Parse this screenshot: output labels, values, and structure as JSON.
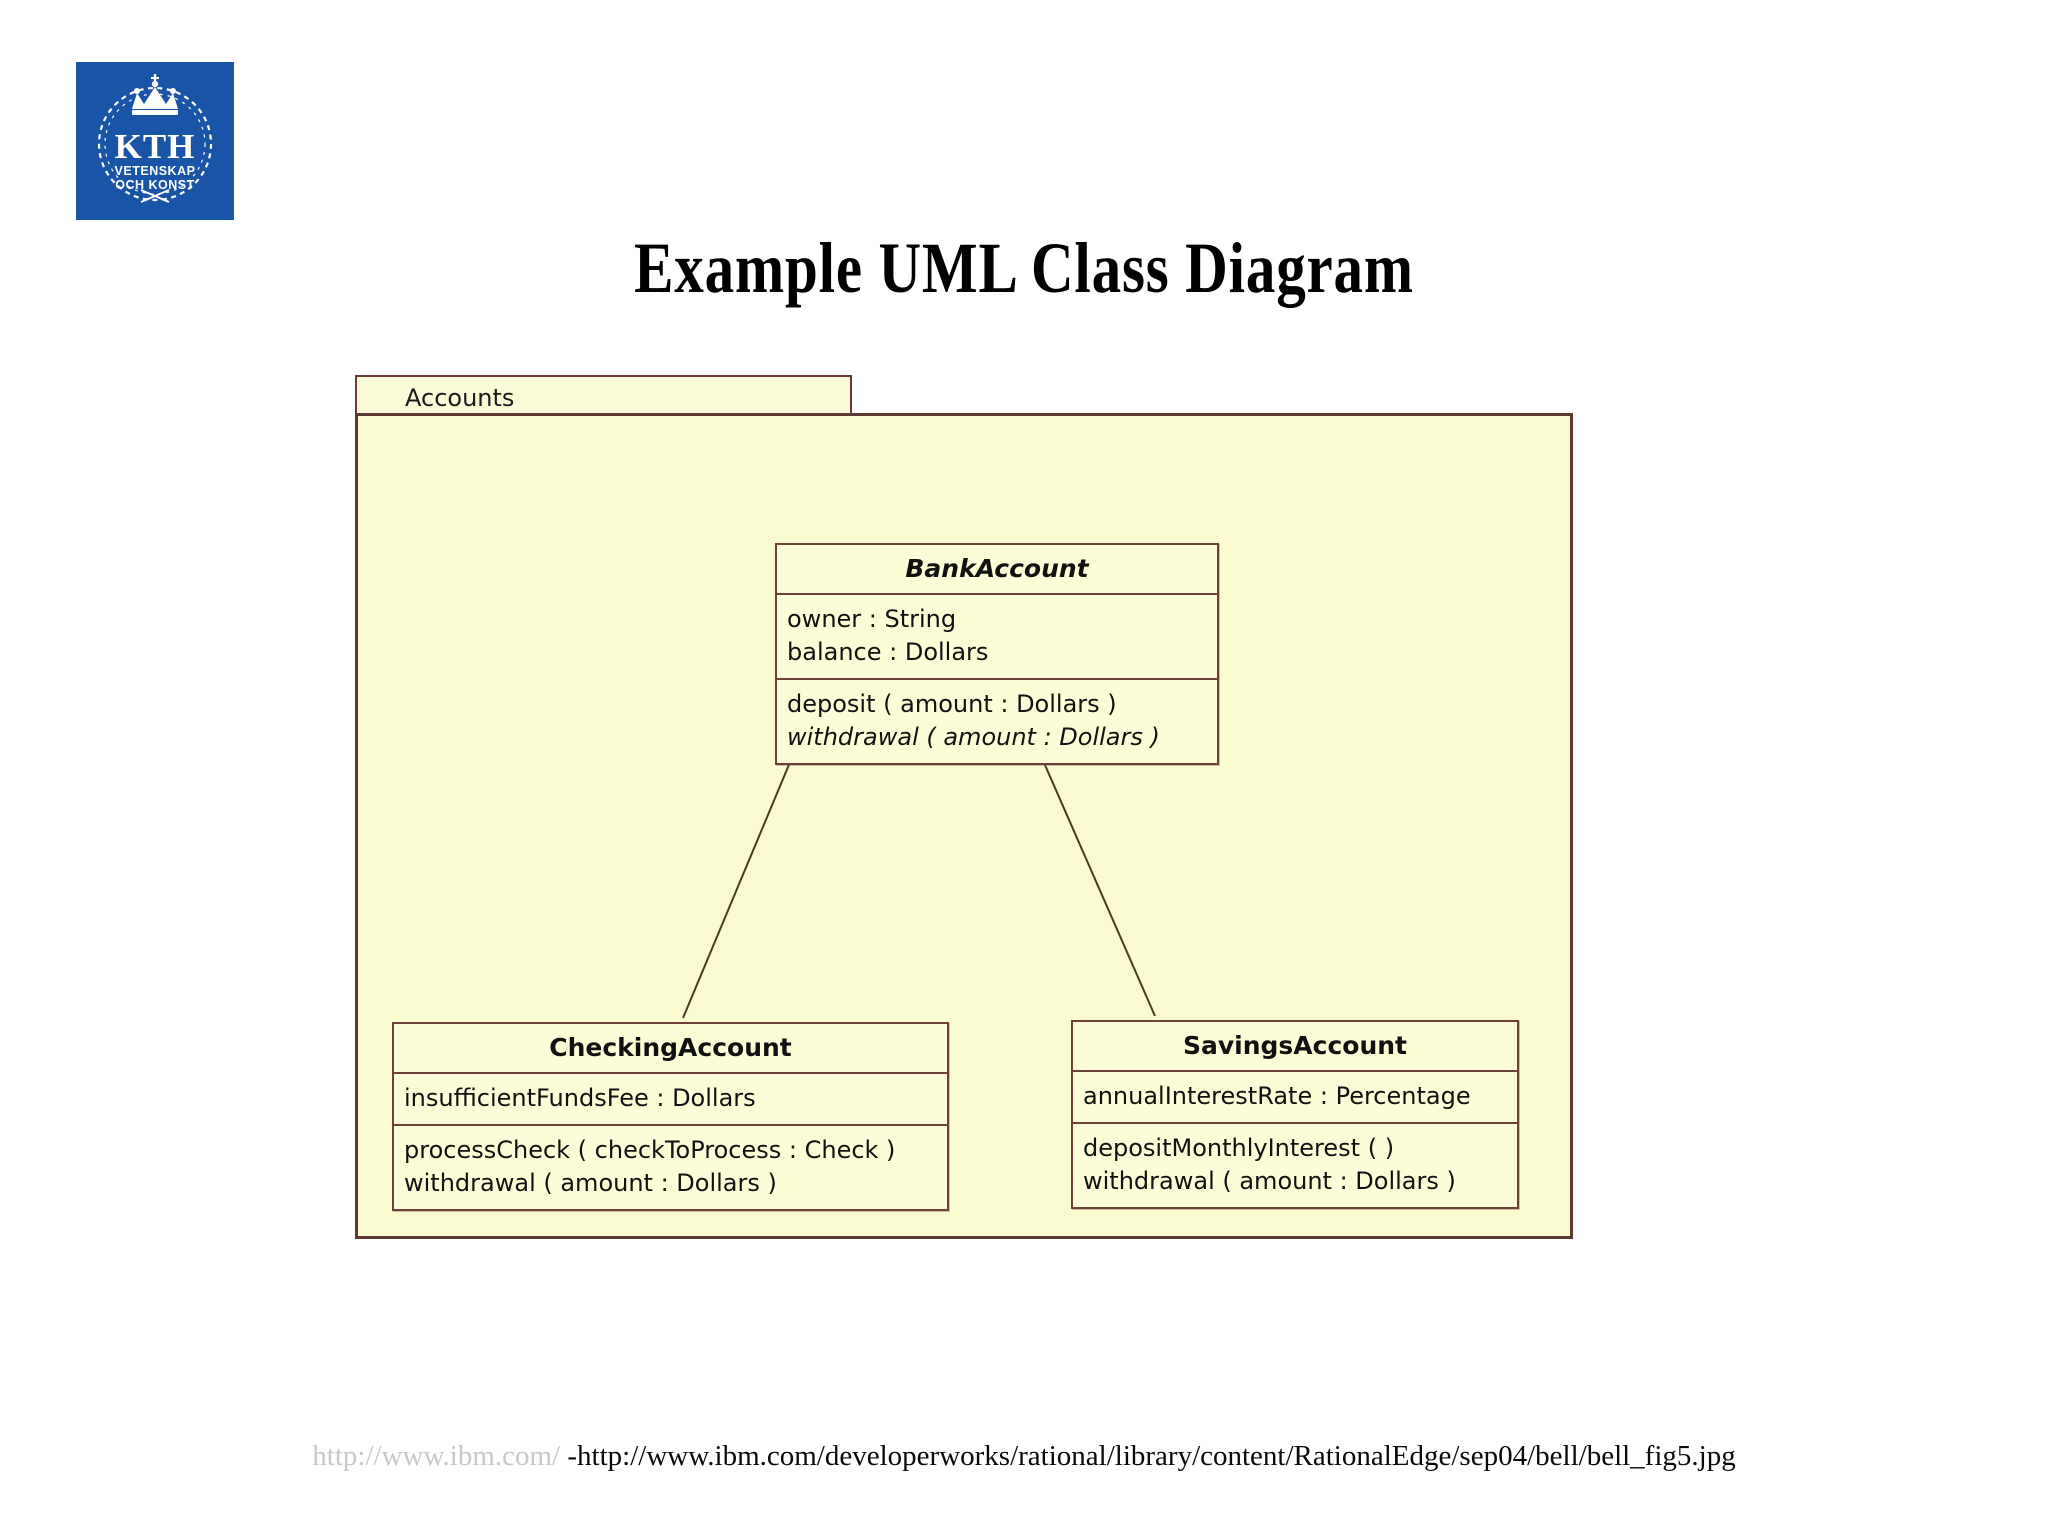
{
  "slide": {
    "title": "Example UML Class Diagram",
    "logo": {
      "name": "kth-logo",
      "wordmark": "KTH",
      "line1": "VETENSKAP",
      "line2": "OCH KONST",
      "background_color": "#1954a6"
    }
  },
  "diagram": {
    "type": "uml-class-diagram",
    "package": {
      "name": "Accounts",
      "fill_color": "#fbfbd0",
      "border_color": "#5c3a32"
    },
    "classes": [
      {
        "id": "bankaccount",
        "name": "BankAccount",
        "abstract": true,
        "attributes": [
          "owner : String",
          "balance : Dollars"
        ],
        "operations": [
          {
            "signature": "deposit ( amount : Dollars )",
            "abstract": false
          },
          {
            "signature": "withdrawal ( amount : Dollars )",
            "abstract": true
          }
        ]
      },
      {
        "id": "checkingaccount",
        "name": "CheckingAccount",
        "abstract": false,
        "attributes": [
          "insufficientFundsFee : Dollars"
        ],
        "operations": [
          {
            "signature": "processCheck ( checkToProcess : Check )",
            "abstract": false
          },
          {
            "signature": "withdrawal ( amount : Dollars )",
            "abstract": false
          }
        ]
      },
      {
        "id": "savingsaccount",
        "name": "SavingsAccount",
        "abstract": false,
        "attributes": [
          "annualInterestRate : Percentage"
        ],
        "operations": [
          {
            "signature": "depositMonthlyInterest ( )",
            "abstract": false
          },
          {
            "signature": "withdrawal ( amount : Dollars )",
            "abstract": false
          }
        ]
      }
    ],
    "relationships": [
      {
        "kind": "generalization",
        "from": "CheckingAccount",
        "to": "BankAccount"
      },
      {
        "kind": "generalization",
        "from": "SavingsAccount",
        "to": "BankAccount"
      }
    ]
  },
  "footer": {
    "url_faint": "http://www.ibm.com/",
    "url_main": "-http://www.ibm.com/developerworks/rational/library/content/RationalEdge/sep04/bell/bell_fig5.jpg"
  }
}
